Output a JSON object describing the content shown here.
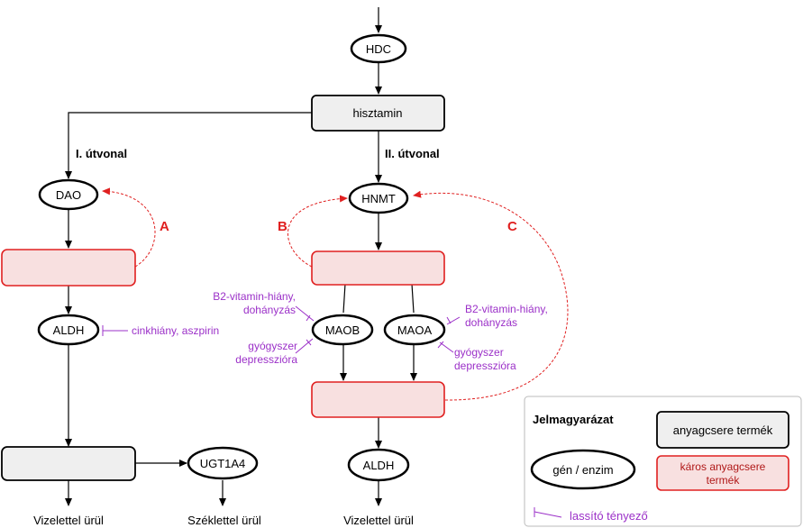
{
  "nodes": {
    "hdc": "HDC",
    "histamine": "hisztamin",
    "dao": "DAO",
    "hnmt": "HNMT",
    "aldh_left": "ALDH",
    "maob": "MAOB",
    "maoa": "MAOA",
    "ugt1a4": "UGT1A4",
    "aldh_right": "ALDH"
  },
  "pathways": {
    "path1": "I. útvonal",
    "path2": "II. útvonal"
  },
  "markers": {
    "a": "A",
    "b": "B",
    "c": "C"
  },
  "inhibitors": {
    "aldh": "cinkhiány, aszpirin",
    "maob_deficiency_1": "B2-vitamin-hiány,",
    "maob_deficiency_2": "dohányzás",
    "maob_drug_1": "gyógyszer",
    "maob_drug_2": "depresszióra",
    "maoa_deficiency_1": "B2-vitamin-hiány,",
    "maoa_deficiency_2": "dohányzás",
    "maoa_drug_1": "gyógyszer",
    "maoa_drug_2": "depresszióra"
  },
  "outputs": {
    "left": "Vizelettel ürül",
    "middle": "Széklettel ürül",
    "right": "Vizelettel ürül"
  },
  "legend": {
    "title": "Jelmagyarázat",
    "metabolite": "anyagcsere termék",
    "gene": "gén / enzim",
    "harmful_1": "káros anyagcsere",
    "harmful_2": "termék",
    "inhibitor": "lassító tényező"
  },
  "colors": {
    "red": "#e02020",
    "purple": "#9b30c8",
    "harmful_fill": "#f8e0e0",
    "metabolite_fill": "#efefef"
  }
}
